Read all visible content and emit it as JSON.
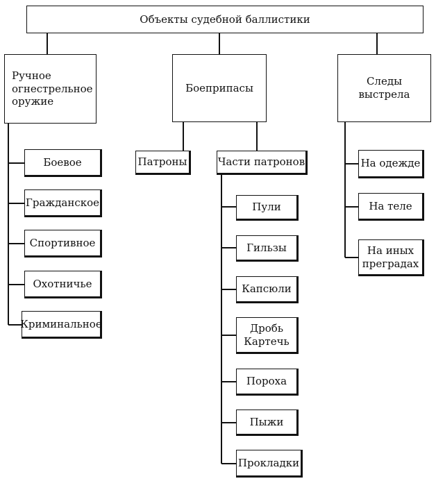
{
  "root": "Объекты судебной баллистики",
  "categories": [
    {
      "label": "Ручное\nогнестрельное\nоружие",
      "children": [
        "Боевое",
        "Гражданское",
        "Спортивное",
        "Охотничье",
        "Криминальное"
      ]
    },
    {
      "label": "Боеприпасы",
      "children": [
        {
          "label": "Патроны"
        },
        {
          "label": "Части патронов",
          "children": [
            "Пули",
            "Гильзы",
            "Капсюли",
            "Дробь\nКартечь",
            "Пороха",
            "Пыжи",
            "Прокладки"
          ]
        }
      ]
    },
    {
      "label": "Следы\nвыстрела",
      "children": [
        "На одежде",
        "На теле",
        "На иных\nпреградах"
      ]
    }
  ]
}
